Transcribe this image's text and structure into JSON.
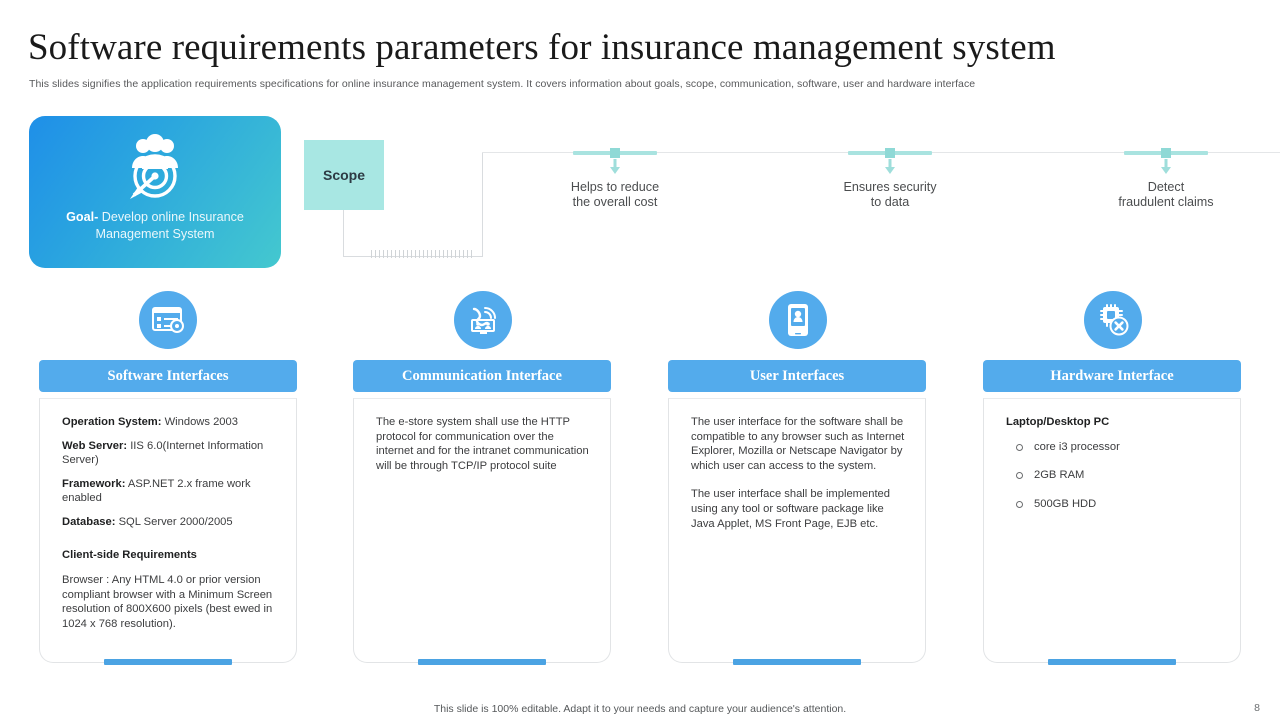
{
  "header": {
    "title": "Software requirements parameters for insurance management system",
    "subtitle": "This slides signifies the application requirements specifications for online insurance management system. It covers information about goals, scope, communication, software, user and hardware interface"
  },
  "goal": {
    "icon": "target-people-icon",
    "label_bold": "Goal-",
    "label_rest": " Develop online Insurance Management System"
  },
  "scope": {
    "label": "Scope"
  },
  "branches": [
    {
      "label_line1": "Helps to reduce",
      "label_line2": "the overall cost"
    },
    {
      "label_line1": "Ensures security",
      "label_line2": "to data"
    },
    {
      "label_line1": "Detect",
      "label_line2": "fraudulent claims"
    }
  ],
  "cards": [
    {
      "icon": "form-settings-icon",
      "title": "Software Interfaces",
      "lines": [
        {
          "bold": "Operation System:",
          "text": " Windows 2003"
        },
        {
          "bold": "Web Server:",
          "text": " IIS 6.0(Internet Information Server)"
        },
        {
          "bold": "Framework:",
          "text": " ASP.NET 2.x frame work enabled"
        },
        {
          "bold": "Database:",
          "text": " SQL Server 2000/2005"
        },
        {
          "bold": "Client-side Requirements",
          "text": ""
        },
        {
          "bold": "",
          "text": "Browser : Any HTML 4.0 or prior version compliant browser with a Minimum Screen resolution of 800X600 pixels (best   ewed in 1024 x 768 resolution)."
        }
      ]
    },
    {
      "icon": "communication-monitor-icon",
      "title": "Communication Interface",
      "lines": [
        {
          "bold": "",
          "text": "The e-store system shall use the HTTP protocol for communication over the internet and for the intranet communication will be through TCP/IP protocol suite"
        }
      ]
    },
    {
      "icon": "mobile-user-icon",
      "title": "User Interfaces",
      "lines": [
        {
          "bold": "",
          "text": "The user interface for the software shall be compatible to any browser such as Internet Explorer, Mozilla or Netscape Navigator by which user can access to the system."
        },
        {
          "bold": "",
          "text": "The user interface shall be implemented using any tool or software package like Java Applet, MS Front Page, EJB etc."
        }
      ]
    },
    {
      "icon": "chip-tools-icon",
      "title": "Hardware Interface",
      "heading": "Laptop/Desktop PC",
      "bullets": [
        "core i3 processor",
        "2GB RAM",
        "500GB HDD"
      ]
    }
  ],
  "footer": {
    "note": "This slide is 100% editable. Adapt it to your needs and capture your audience's attention.",
    "page_number": "8"
  },
  "colors": {
    "accent_blue": "#53abec",
    "teal": "#a8e7e3",
    "gradient_start": "#1f8fe8",
    "gradient_end": "#44c8cf"
  }
}
